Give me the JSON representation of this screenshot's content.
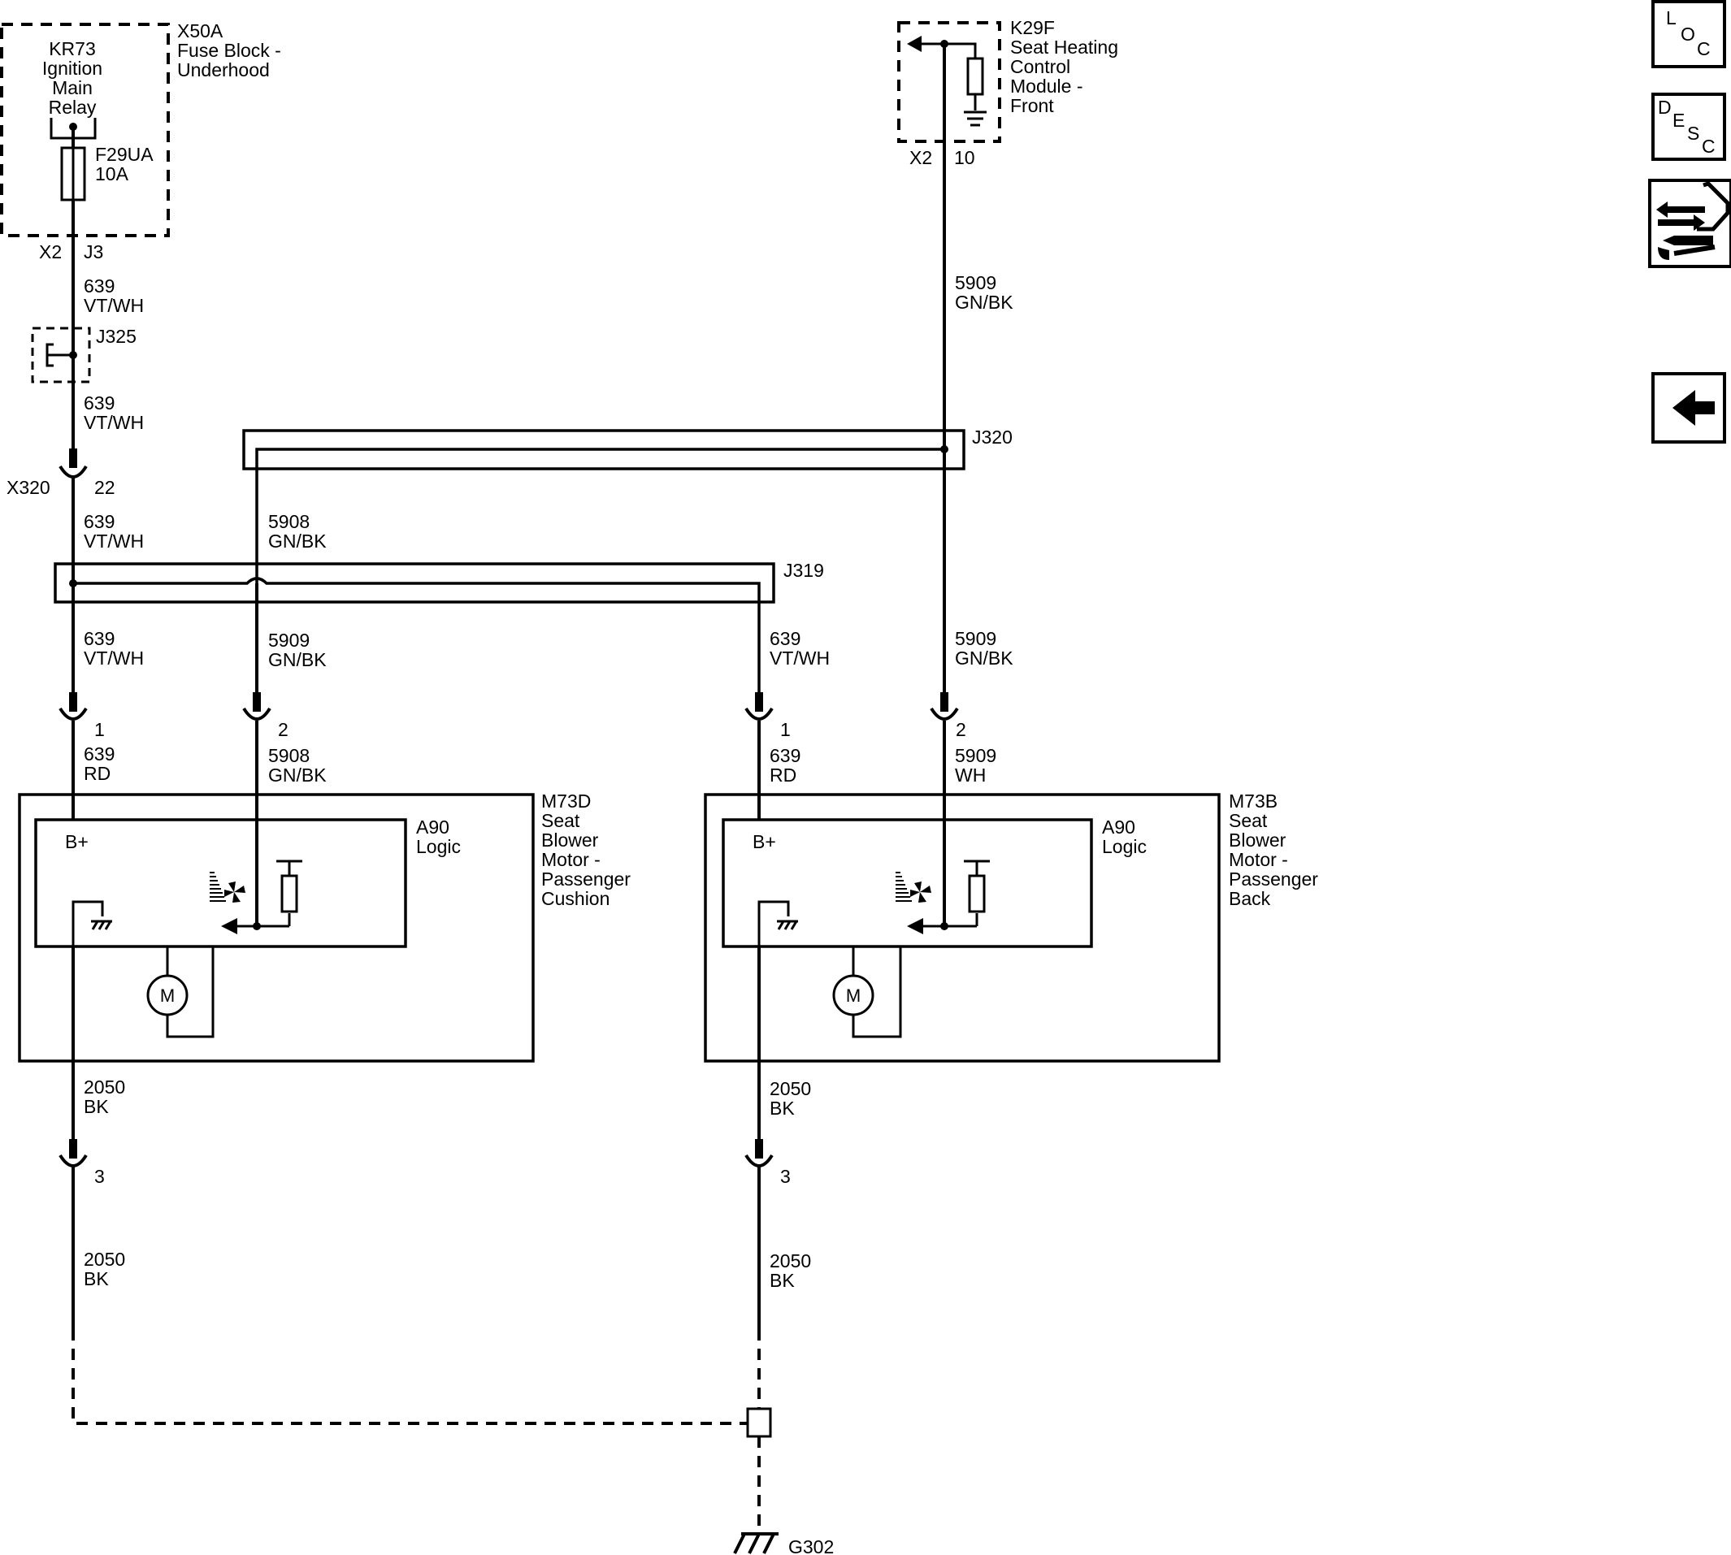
{
  "components": {
    "x50a": {
      "ref": "X50A",
      "name_lines": [
        "Fuse Block -",
        "Underhood"
      ]
    },
    "kr73": {
      "lines": [
        "KR73",
        "Ignition",
        "Main",
        "Relay"
      ]
    },
    "fuse": {
      "lines": [
        "F29UA",
        "10A"
      ]
    },
    "x50a_conn": {
      "conn": "X2",
      "pin": "J3"
    },
    "k29f": {
      "ref": "K29F",
      "name_lines": [
        "Seat Heating",
        "Control",
        "Module -",
        "Front"
      ]
    },
    "k29f_conn": {
      "conn": "X2",
      "pin": "10"
    },
    "j325": "J325",
    "x320": {
      "conn": "X320",
      "pin": "22"
    },
    "j320": "J320",
    "j319": "J319",
    "m73d": {
      "ref": "M73D",
      "name_lines": [
        "Seat",
        "Blower",
        "Motor -",
        "Passenger",
        "Cushion"
      ]
    },
    "m73b": {
      "ref": "M73B",
      "name_lines": [
        "Seat",
        "Blower",
        "Motor -",
        "Passenger",
        "Back"
      ]
    },
    "a90_lines": [
      "A90",
      "Logic"
    ],
    "bplus": "B+",
    "motor": "M",
    "g302": "G302"
  },
  "wires": {
    "w639_top1": [
      "639",
      "VT/WH"
    ],
    "w639_top2": [
      "639",
      "VT/WH"
    ],
    "w639_mid": [
      "639",
      "VT/WH"
    ],
    "w5908_mid": [
      "5908",
      "GN/BK"
    ],
    "w5909_top": [
      "5909",
      "GN/BK"
    ],
    "w639_left_lo": [
      "639",
      "VT/WH"
    ],
    "w5909_left_lo": [
      "5909",
      "GN/BK"
    ],
    "w639_right_lo": [
      "639",
      "VT/WH"
    ],
    "w5909_right_lo": [
      "5909",
      "GN/BK"
    ],
    "w639_rd_left": [
      "639",
      "RD"
    ],
    "w5908_left": [
      "5908",
      "GN/BK"
    ],
    "w639_rd_right": [
      "639",
      "RD"
    ],
    "w5909_wh_right": [
      "5909",
      "WH"
    ],
    "w2050_l1": [
      "2050",
      "BK"
    ],
    "w2050_l2": [
      "2050",
      "BK"
    ],
    "w2050_r1": [
      "2050",
      "BK"
    ],
    "w2050_r2": [
      "2050",
      "BK"
    ]
  },
  "pins": {
    "left_b": "1",
    "left_sig": "2",
    "right_b": "1",
    "right_sig": "2",
    "left_gnd": "3",
    "right_gnd": "3"
  },
  "nav": {
    "loc": [
      "L",
      "O",
      "C"
    ],
    "desc": [
      "D",
      "E",
      "S",
      "C"
    ],
    "connector_icon": "connector-repair-icon",
    "back_icon": "back-arrow-icon"
  }
}
